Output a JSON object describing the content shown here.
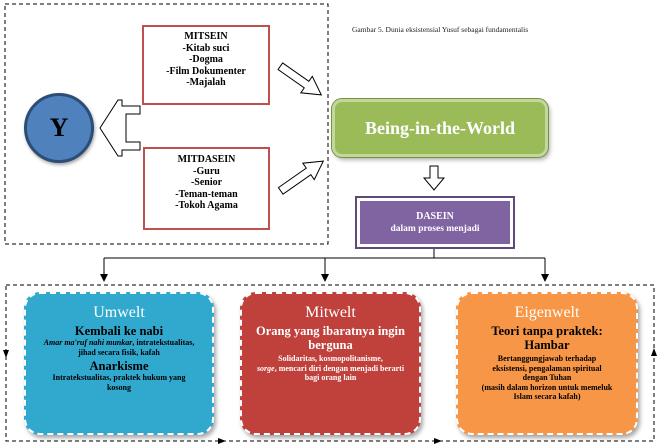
{
  "caption": "Gambar 5. Dunia eksistensial Yusuf sebagai fundamentalis",
  "y_node": {
    "label": "Y"
  },
  "mitsein": {
    "title": "MITSEIN",
    "items": [
      "-Kitab suci",
      "-Dogma",
      "-Film Dokumenter",
      "-Majalah"
    ]
  },
  "mitdasein": {
    "title": "MITDASEIN",
    "items": [
      "-Guru",
      "-Senior",
      "-Teman-teman",
      "-Tokoh Agama"
    ]
  },
  "being": {
    "label": "Being-in-the-World"
  },
  "dasein": {
    "title": "DASEIN",
    "subtitle": "dalam proses menjadi"
  },
  "umwelt": {
    "title": "Umwelt",
    "heading1": "Kembali ke nabi",
    "line1_italic": "Amar ma'ruf nahi munkar",
    "line1_rest": ", intratekstualitas, jihad secara fisik, kafah",
    "heading2": "Anarkisme",
    "line2": "Intratekstualitas, praktek hukum yang kosong"
  },
  "mitwelt": {
    "title": "Mitwelt",
    "heading1": "Orang yang ibaratnya ingin berguna",
    "line1": "Solidaritas, kosmopolitanisme,",
    "line2_italic": "sorge",
    "line2_rest": ", mencari diri dengan menjadi berarti bagi orang lain"
  },
  "eigenwelt": {
    "title": "Eigenwelt",
    "heading1": "Teori tanpa praktek: Hambar",
    "line1": "Bertanggungjawab terhadap eksistensi, pengalaman spiritual dengan Tuhan",
    "line2": "(masih dalam horizon untuk memeluk Islam secara kafah)"
  }
}
